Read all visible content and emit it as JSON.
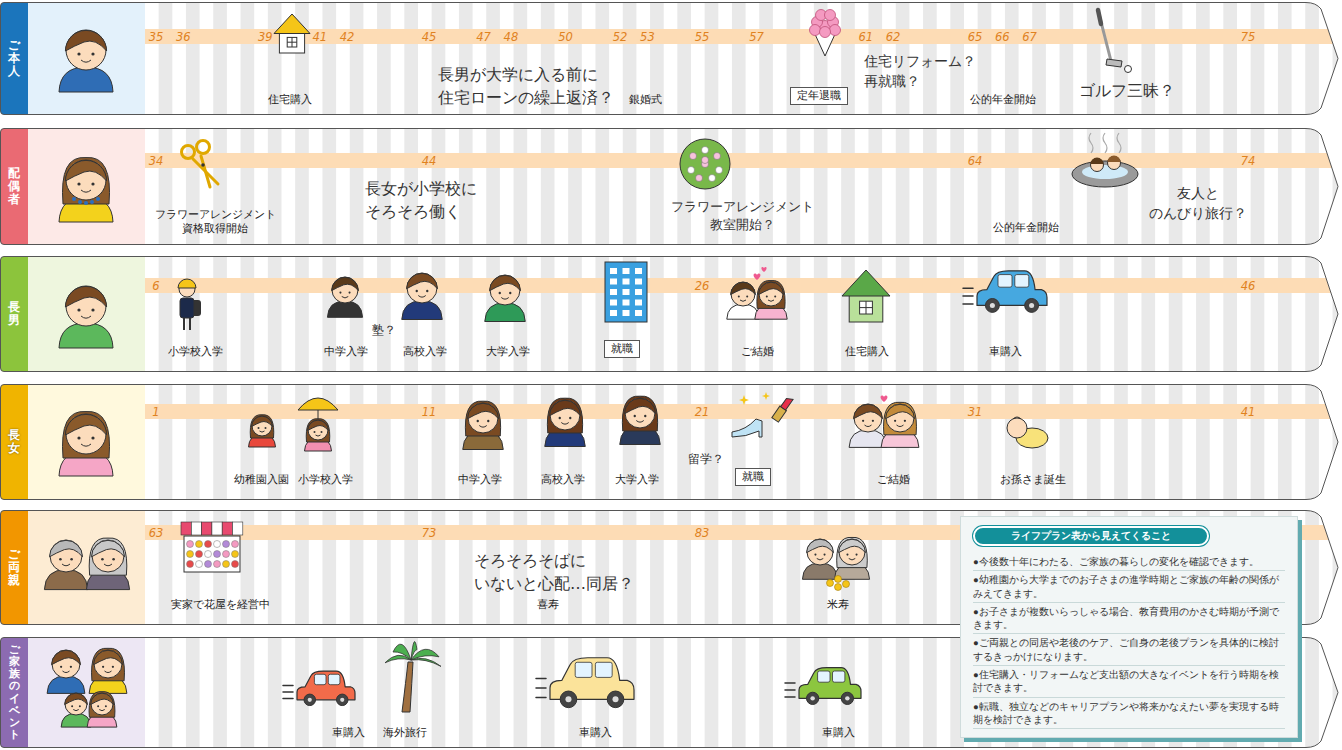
{
  "diagram": {
    "nodes": [
      {
        "text": [
          "ご本人",
          "35",
          "36",
          "39",
          "41",
          "42",
          "45",
          "47",
          "48",
          "50",
          "52",
          "53",
          "55",
          "57",
          "61",
          "62",
          "65",
          "66",
          "67",
          "75",
          "住宅購入",
          "長男が大学に入る前に 住宅ローンの繰上返済？",
          "銀婚式",
          "住宅リフォーム？ 再就職？",
          "公的年金開始",
          "ゴルフ三昧？"
        ]
      },
      {
        "text": [
          "定年退職"
        ],
        "in": 0
      },
      {
        "text": [
          "配偶者",
          "34",
          "44",
          "64",
          "74",
          "フラワーアレンジメント 資格取得開始",
          "長女が小学校に そろそろ働く",
          "フラワーアレンジメント 教室開始？",
          "公的年金開始",
          "友人と のんびり旅行？"
        ]
      },
      {
        "text": [
          "長男",
          "6",
          "26",
          "46",
          "小学校入学",
          "中学入学",
          "塾？",
          "高校入学",
          "大学入学",
          "ご結婚",
          "住宅購入",
          "車購入"
        ]
      },
      {
        "text": [
          "就職"
        ],
        "in": 3
      },
      {
        "text": [
          "長女",
          "1",
          "11",
          "21",
          "31",
          "41",
          "幼稚園入園",
          "小学校入学",
          "中学入学",
          "高校入学",
          "大学入学",
          "留学？",
          "ご結婚",
          "お孫さま誕生"
        ]
      },
      {
        "text": [
          "就職"
        ],
        "in": 5
      },
      {
        "text": [
          "ご両親",
          "63",
          "73",
          "83",
          "実家で花屋を経営中",
          "そろそろそばに いないと心配…同居？",
          "喜寿",
          "米寿"
        ]
      },
      {
        "text": [
          "ご家族のイベント",
          "車購入",
          "海外旅行",
          "車購入",
          "車購入"
        ]
      },
      {
        "text": [
          "●今後数十年にわたる、ご家族の暮らしの変化を確認できます。",
          "●幼稚園から大学までのお子さまの進学時期とご家族の年齢の関係がみえてきます。",
          "●お子さまが複数いらっしゃる場合、教育費用のかさむ時期が予測できます。",
          "●ご両親との同居や老後のケア、ご自身の老後プランを具体的に検討するきっかけになります。",
          "●住宅購入・リフォームなど支出額の大きなイベントを行う時期を検討できます。",
          "●転職、独立などのキャリアプランや将来かなえたい夢を実現する時期を検討できます。"
        ]
      },
      {
        "text": [
          "ライフプラン表から見えてくること"
        ],
        "in": 9
      }
    ]
  }
}
